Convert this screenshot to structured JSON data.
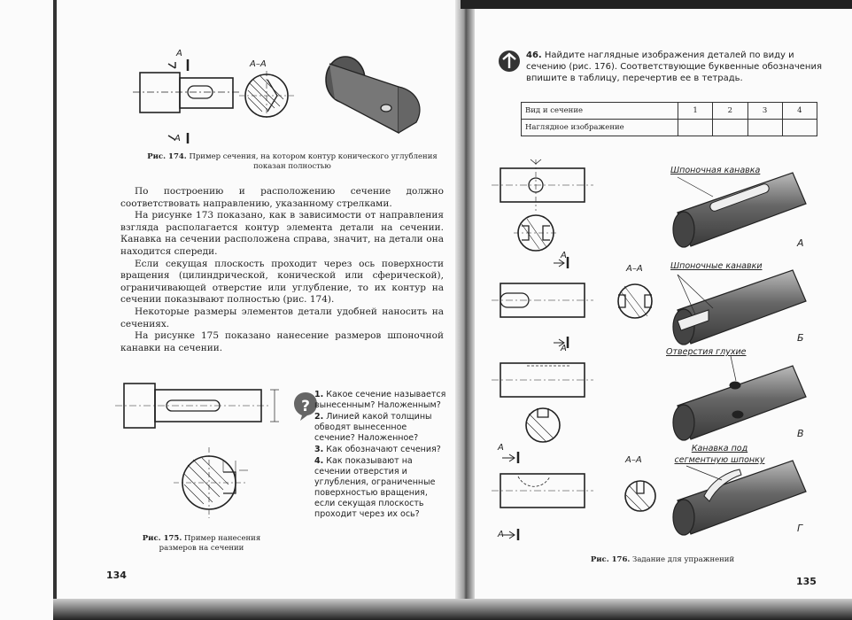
{
  "left_page": {
    "fig174": {
      "label_a_top": "A",
      "label_a_bottom": "A",
      "section_label": "A–A",
      "caption_num": "Рис. 174.",
      "caption_text": "Пример сечения, на котором контур конического углубления показан полностью"
    },
    "paragraphs": [
      "По построению и расположению сечение должно соответствовать направлению, указанному стрелками.",
      "На рисунке 173 показано, как в зависимости от направления взгляда располагается контур элемента детали на сечении. Канавка на сечении расположена справа, значит, на детали она находится спереди.",
      "Если секущая плоскость проходит через ось поверхности вращения (цилиндрической, конической или сферической), ограничивающей отверстие или углубление, то их контур на сечении показывают полностью (рис. 174).",
      "Некоторые размеры элементов детали удобней наносить на сечениях.",
      "На рисунке 175 показано нанесение размеров шпоночной канавки на сечении."
    ],
    "fig175": {
      "caption_num": "Рис. 175.",
      "caption_text": "Пример нанесения размеров на сечении"
    },
    "questions": [
      {
        "num": "1.",
        "text": "Какое сечение называется вынесенным? Наложенным?"
      },
      {
        "num": "2.",
        "text": "Линией какой толщины обводят вынесенное сечение? Наложенное?"
      },
      {
        "num": "3.",
        "text": "Как обозначают сечения?"
      },
      {
        "num": "4.",
        "text": "Как показывают на сечении отверстия и углубления, ограниченные поверхностью вращения, если секущая плоскость проходит через их ось?"
      }
    ],
    "page_number": "134"
  },
  "right_page": {
    "task_num": "46.",
    "task_text": "Найдите наглядные изображения деталей по виду и сечению (рис. 176). Соответствующие буквенные обозначения впишите в таблицу, перечертив ее в тетрадь.",
    "table": {
      "row1_label": "Вид и сечение",
      "row2_label": "Наглядное изображение",
      "cols": [
        "1",
        "2",
        "3",
        "4"
      ]
    },
    "views": {
      "a1_top": "A",
      "a1_bottom": "A",
      "section1": "A–A",
      "a2_top": "A",
      "a2_bottom": "A",
      "section2": "A–A"
    },
    "pictorials": [
      {
        "annotation": "Шпоночная канавка",
        "letter": "A"
      },
      {
        "annotation": "Шпоночные канавки",
        "letter": "Б"
      },
      {
        "annotation": "Отверстия глухие",
        "letter": "В"
      },
      {
        "annotation": "Канавка под сегментную шпонку",
        "letter": "Г"
      }
    ],
    "caption_num": "Рис. 176.",
    "caption_text": "Задание для упражнений",
    "page_number": "135"
  }
}
